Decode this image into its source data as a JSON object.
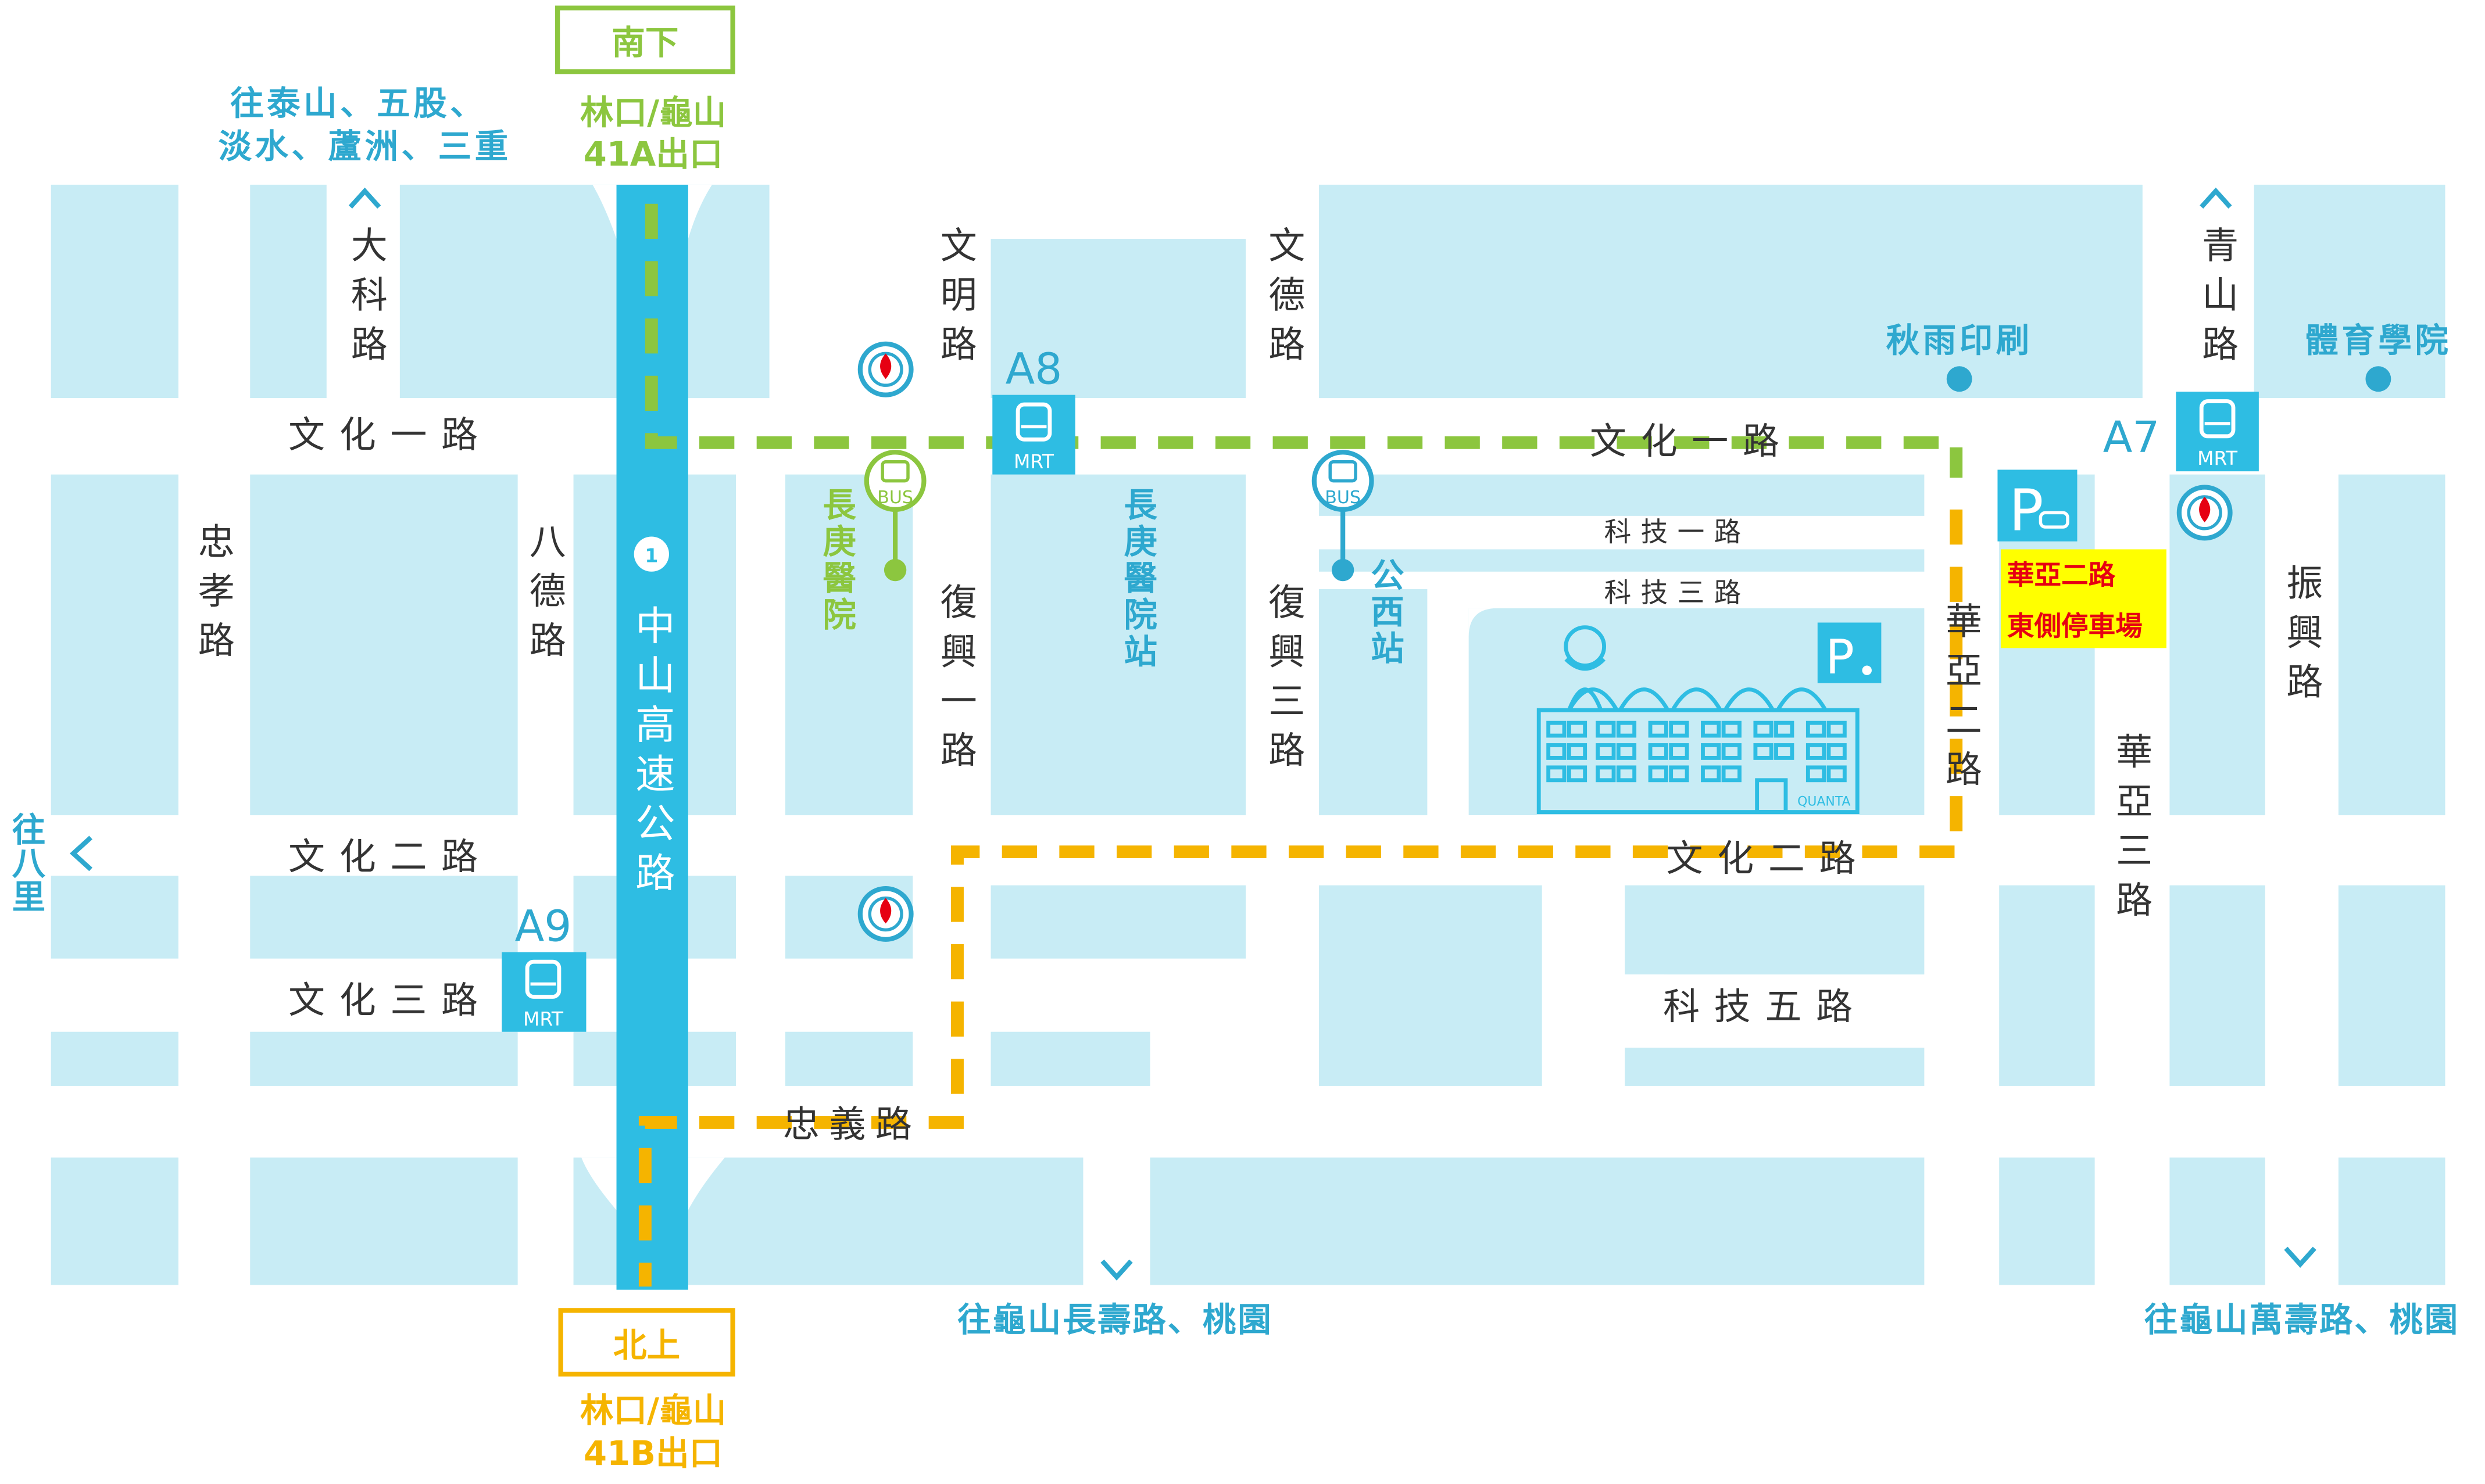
{
  "colors": {
    "block": "#c8ecf5",
    "road": "#ffffff",
    "highway": "#2ebde3",
    "label_cyan": "#2ea8cf",
    "route_green": "#8cc63f",
    "route_orange": "#f5b400",
    "text_dark": "#333333",
    "parking_highlight": "#ffff00",
    "parking_text": "#e60012"
  },
  "highway": {
    "name": "中山高速公路",
    "number": "1",
    "southbound_label": "南下",
    "southbound_exit_line1": "林口/龜山",
    "southbound_exit_line2": "41A出口",
    "northbound_label": "北上",
    "northbound_exit_line1": "林口/龜山",
    "northbound_exit_line2": "41B出口"
  },
  "directions": {
    "north_left_line1": "往泰山、五股、",
    "north_left_line2": "淡水、蘆洲、三重",
    "west": "往八里",
    "south_center": "往龜山長壽路、桃園",
    "south_right": "往龜山萬壽路、桃園"
  },
  "roads": {
    "wenhua1_left": "文化一路",
    "wenhua1_right": "文化一路",
    "wenhua2_left": "文化二路",
    "wenhua2_right": "文化二路",
    "wenhua3": "文化三路",
    "keji1": "科技一路",
    "keji3": "科技三路",
    "keji5": "科技五路",
    "zhongyi": "忠義路",
    "daike": "大科路",
    "zhongxiao": "忠孝路",
    "bade": "八德路",
    "wenming": "文明路",
    "wende": "文德路",
    "fuxing1": "復興一路",
    "fuxing3": "復興三路",
    "huaya2": "華亞二路",
    "huaya3": "華亞三路",
    "qingshan": "青山路",
    "zhenxing": "振興路"
  },
  "mrt": {
    "label": "MRT",
    "stations": [
      "A7",
      "A8",
      "A9"
    ]
  },
  "bus": {
    "label": "BUS",
    "stop1": "長庚醫院",
    "stop2": "公西站"
  },
  "landmarks": {
    "changgung_station": "長庚醫院站",
    "qiuyu": "秋雨印刷",
    "sports_college": "體育學院",
    "quanta": "QUANTA"
  },
  "parking": {
    "symbol": "P",
    "huaya_line1": "華亞二路",
    "huaya_line2": "東側停車場"
  }
}
